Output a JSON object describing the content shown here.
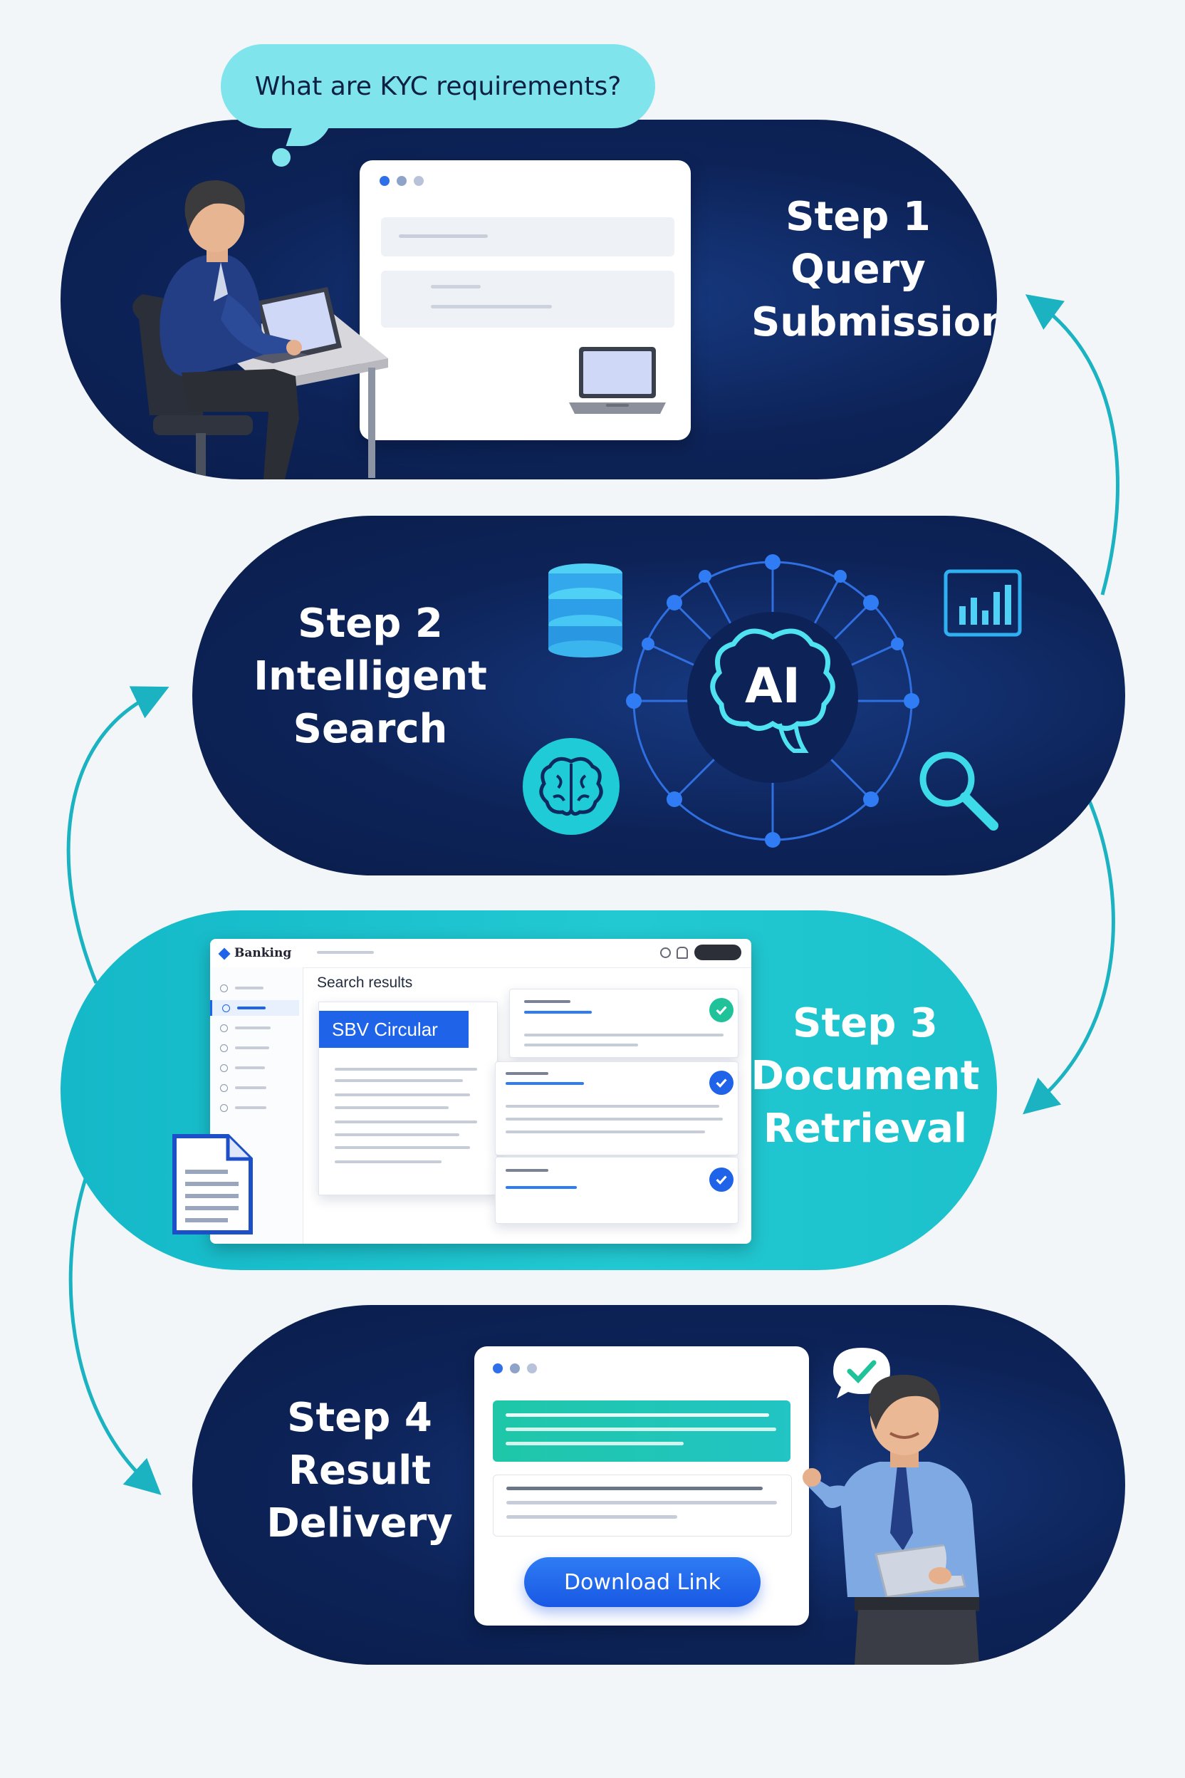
{
  "question": "What are KYC requirements?",
  "steps": [
    {
      "line1": "Step 1",
      "line2": "Query",
      "line3": "Submission"
    },
    {
      "line1": "Step 2",
      "line2": "Intelligent",
      "line3": "Search"
    },
    {
      "line1": "Step 3",
      "line2": "Document",
      "line3": "Retrieval"
    },
    {
      "line1": "Step 4",
      "line2": "Result",
      "line3": "Delivery"
    }
  ],
  "ai_label": "AI",
  "retrieval_ui": {
    "brand": "Banking",
    "heading": "Search results",
    "tag": "SBV Circular"
  },
  "delivery_ui": {
    "button_label": "Download Link"
  },
  "colors": {
    "navy": "#0d2358",
    "teal": "#1cc1cb",
    "accent_blue": "#1f63e8",
    "arrow": "#1bb3c1",
    "check_green": "#20c29a"
  }
}
